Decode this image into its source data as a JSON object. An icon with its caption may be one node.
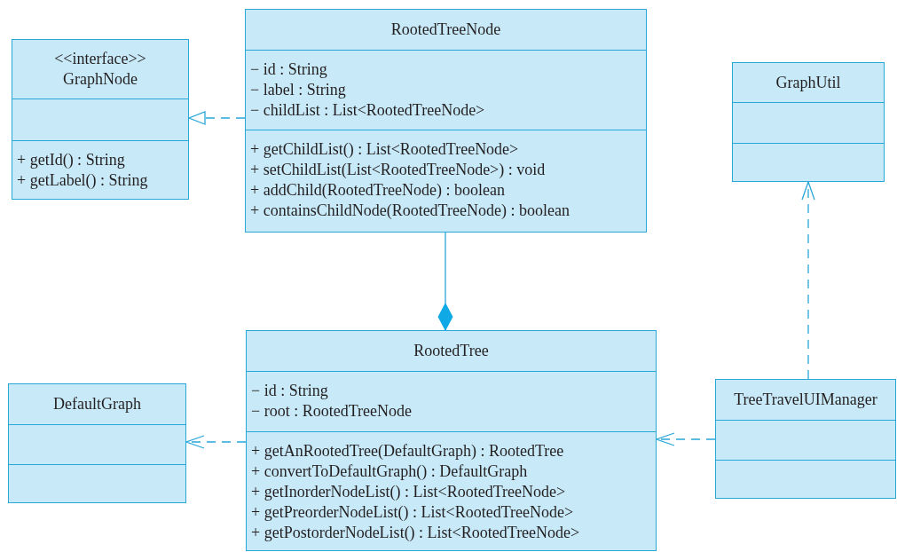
{
  "diagram": {
    "nodes": [
      {
        "text": [
          "<<interface>>",
          "GraphNode",
          "+ getId() : String",
          "+ getLabel() : String"
        ]
      },
      {
        "text": [
          "RootedTreeNode",
          "− id : String",
          "− label : String",
          "− childList : List<RootedTreeNode>",
          "+ getChildList() : List<RootedTreeNode>",
          "+ setChildList(List<RootedTreeNode>) : void",
          "+ addChild(RootedTreeNode) : boolean",
          "+ containsChildNode(RootedTreeNode) : boolean"
        ]
      },
      {
        "text": [
          "GraphUtil"
        ]
      },
      {
        "text": [
          "DefaultGraph"
        ]
      },
      {
        "text": [
          "RootedTree",
          "− id : String",
          "− root : RootedTreeNode",
          "+ getAnRootedTree(DefaultGraph) : RootedTree",
          "+ convertToDefaultGraph() : DefaultGraph",
          "+ getInorderNodeList() : List<RootedTreeNode>",
          "+ getPreorderNodeList() : List<RootedTreeNode>",
          "+ getPostorderNodeList() : List<RootedTreeNode>"
        ]
      },
      {
        "text": [
          "TreeTravelUIManager"
        ]
      }
    ],
    "edges": [
      {
        "from": 1,
        "to": 0,
        "arrow": "to",
        "style": "dashed"
      },
      {
        "from": 4,
        "to": 1,
        "arrow": "other"
      },
      {
        "from": 5,
        "to": 2,
        "arrow": "to",
        "style": "dashed"
      },
      {
        "from": 4,
        "to": 3,
        "arrow": "to",
        "style": "dashed"
      },
      {
        "from": 5,
        "to": 4,
        "arrow": "to",
        "style": "dashed"
      }
    ]
  }
}
